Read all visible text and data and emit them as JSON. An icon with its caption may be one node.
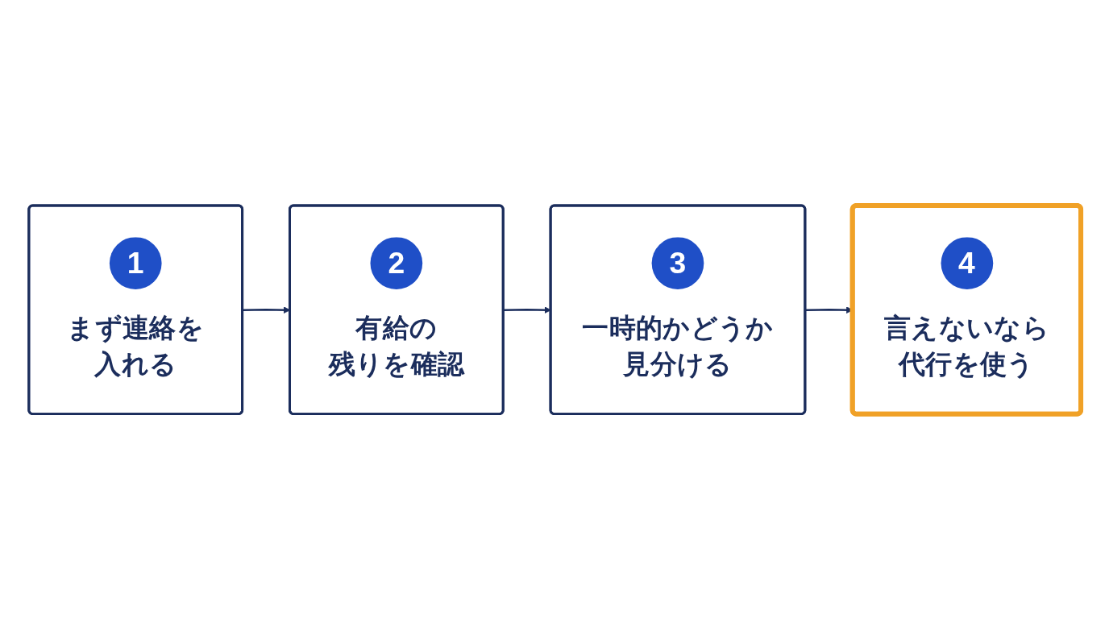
{
  "diagram": {
    "nodes": [
      {
        "text": [
          "1",
          "まず連絡を入れる"
        ]
      },
      {
        "text": [
          "2",
          "有給の残りを確認"
        ]
      },
      {
        "text": [
          "3",
          "一時的かどうか見分ける"
        ]
      },
      {
        "text": [
          "4",
          "言えないなら代行を使う"
        ]
      }
    ],
    "edges": [
      {
        "from": 0,
        "to": 1,
        "arrow": "to"
      },
      {
        "from": 1,
        "to": 2,
        "arrow": "to"
      },
      {
        "from": 2,
        "to": 3,
        "arrow": "to"
      }
    ]
  }
}
